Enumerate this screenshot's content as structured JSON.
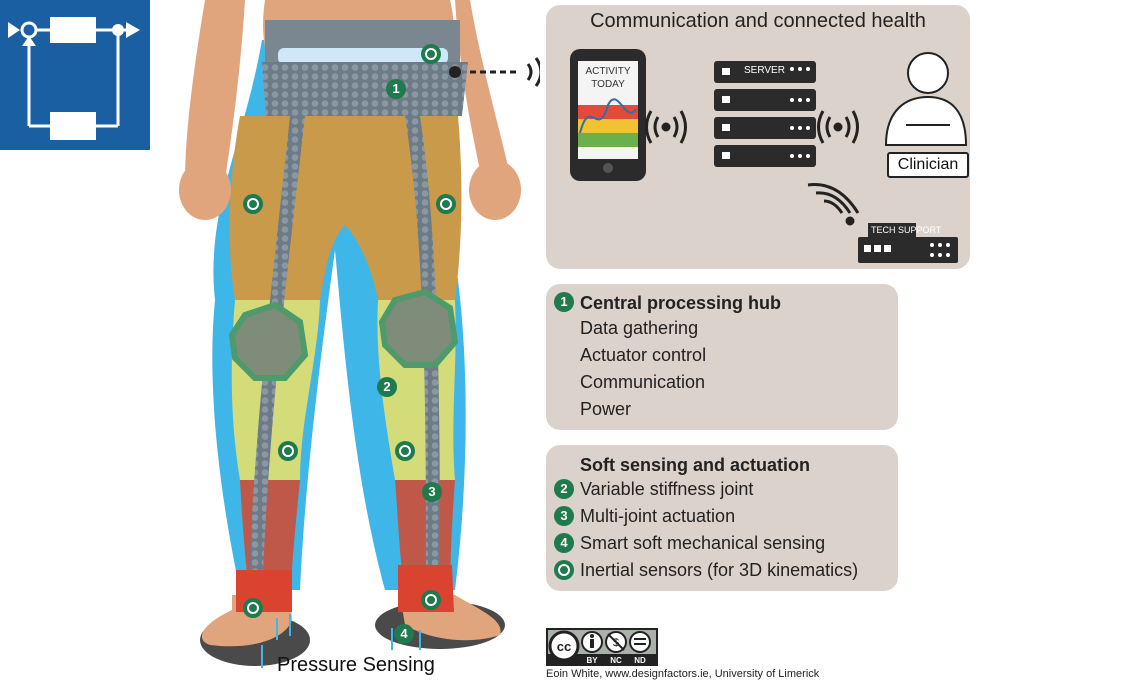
{
  "communication": {
    "title": "Communication and connected health",
    "phone_label_1": "ACTIVITY",
    "phone_label_2": "TODAY",
    "server_label": "SERVER",
    "clinician_label": "Clinician",
    "tech_support_label": "TECH SUPPORT"
  },
  "hub": {
    "number": "1",
    "title": "Central processing hub",
    "items": [
      "Data gathering",
      "Actuator control",
      "Communication",
      "Power"
    ]
  },
  "soft": {
    "title": "Soft sensing and actuation",
    "items": [
      {
        "number": "2",
        "label": "Variable stiffness joint"
      },
      {
        "number": "3",
        "label": "Multi-joint actuation"
      },
      {
        "number": "4",
        "label": "Smart soft mechanical sensing"
      },
      {
        "number": "",
        "label": "Inertial sensors (for 3D kinematics)"
      }
    ]
  },
  "figure": {
    "marker_1": "1",
    "marker_2": "2",
    "marker_3": "3",
    "marker_4": "4",
    "pressure_label": "Pressure Sensing"
  },
  "license": {
    "cc": "cc",
    "by": "BY",
    "nc": "NC",
    "nd": "ND"
  },
  "credit": "Eoin White, www.designfactors.ie, University of Limerick",
  "colors": {
    "logo": "#1b5fa3",
    "panel": "#dbd3cb",
    "badge": "#1f7a4d",
    "suit": "#c99a4a",
    "shin": "#d4dc7a",
    "calf": "#c0584a",
    "aura": "#3fb6e8",
    "mesh": "#6d7b86"
  }
}
